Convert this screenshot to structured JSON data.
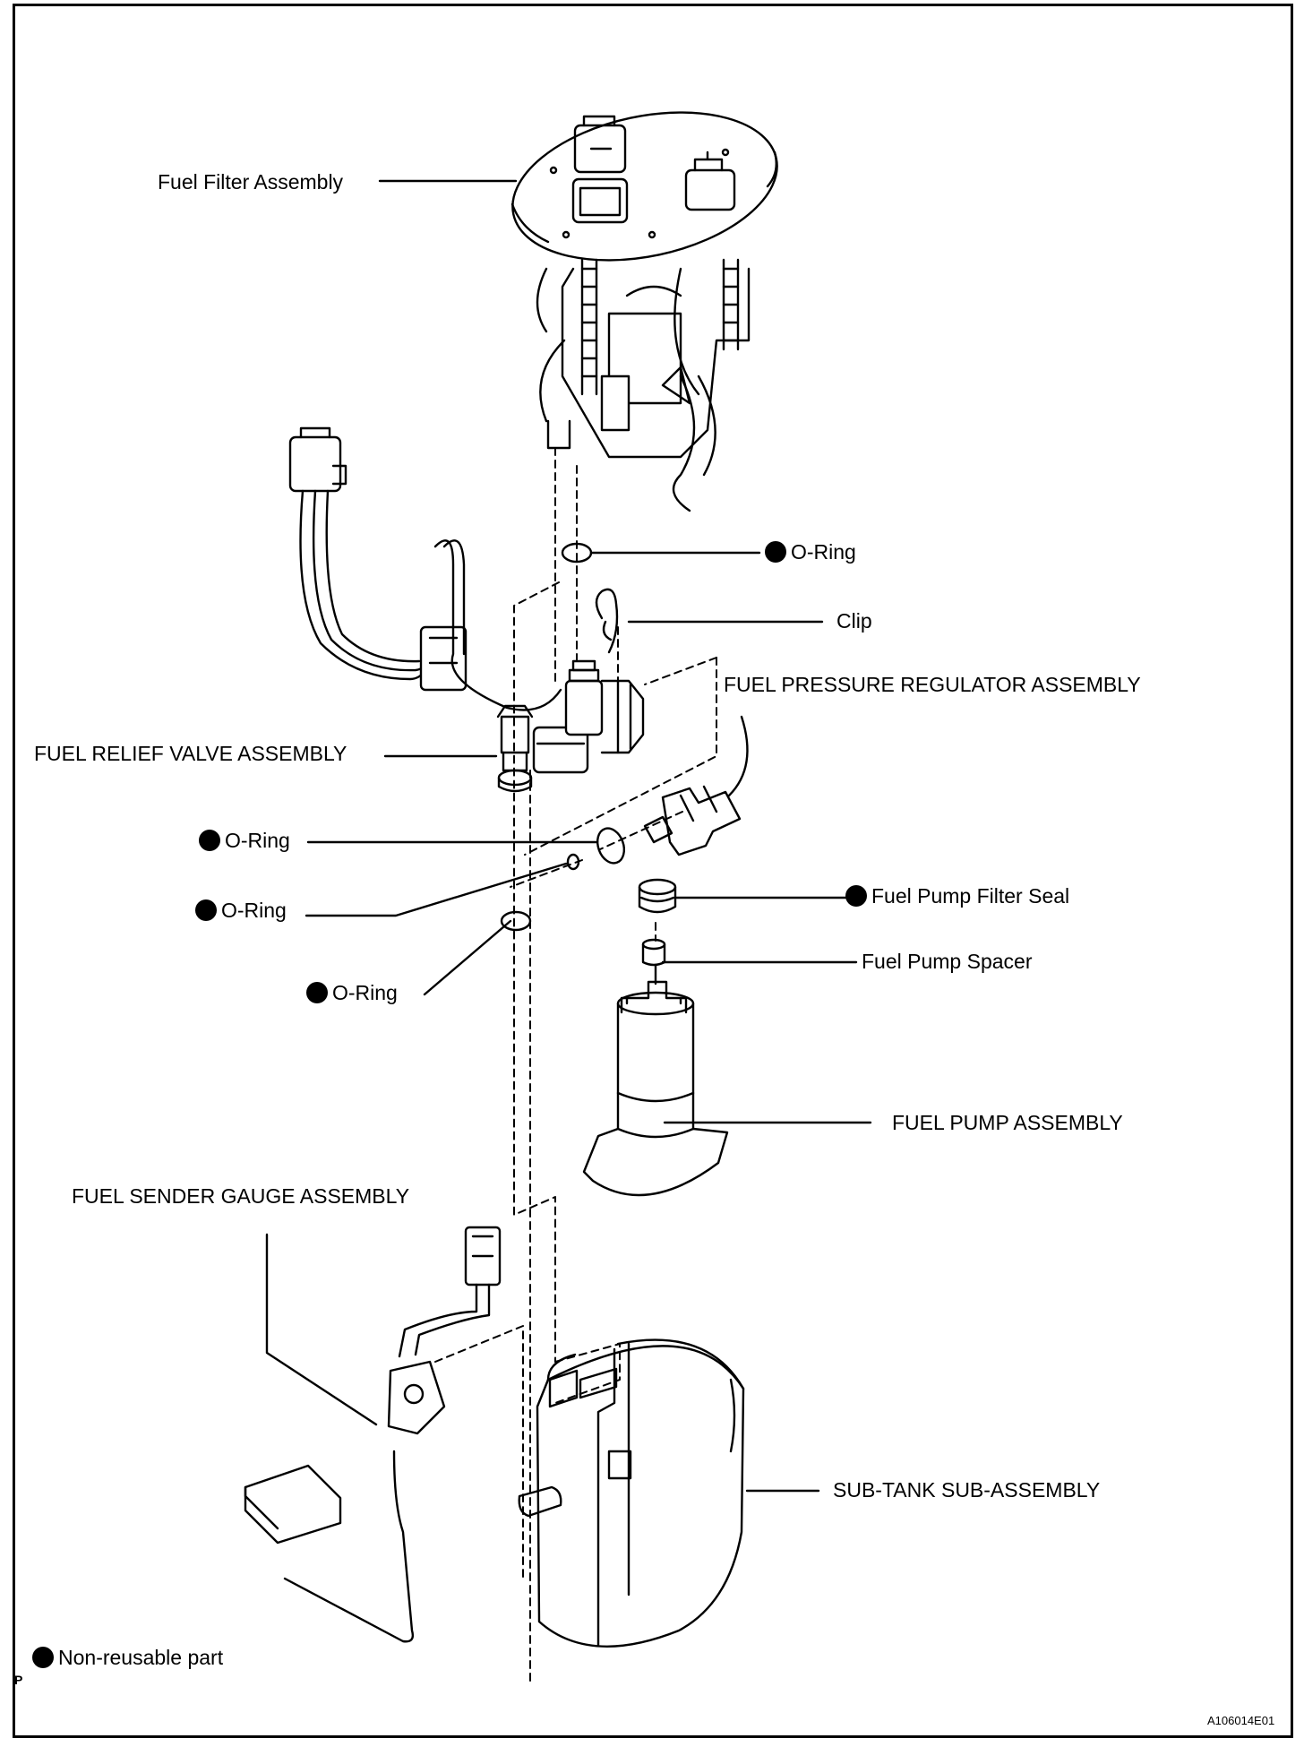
{
  "labels": {
    "fuel_filter_assembly": "Fuel Filter Assembly",
    "o_ring_1": "O-Ring",
    "clip": "Clip",
    "fuel_pressure_regulator_assembly": "FUEL PRESSURE REGULATOR ASSEMBLY",
    "fuel_relief_valve_assembly": "FUEL RELIEF VALVE ASSEMBLY",
    "o_ring_2": "O-Ring",
    "o_ring_3": "O-Ring",
    "o_ring_4": "O-Ring",
    "fuel_pump_filter_seal": "Fuel Pump Filter Seal",
    "fuel_pump_spacer": "Fuel Pump Spacer",
    "fuel_pump_assembly": "FUEL PUMP ASSEMBLY",
    "fuel_sender_gauge_assembly": "FUEL SENDER GAUGE ASSEMBLY",
    "sub_tank_sub_assembly": "SUB-TANK SUB-ASSEMBLY"
  },
  "legend": {
    "non_reusable": "Non-reusable part"
  },
  "corner_mark": "P",
  "figure_id": "A106014E01"
}
